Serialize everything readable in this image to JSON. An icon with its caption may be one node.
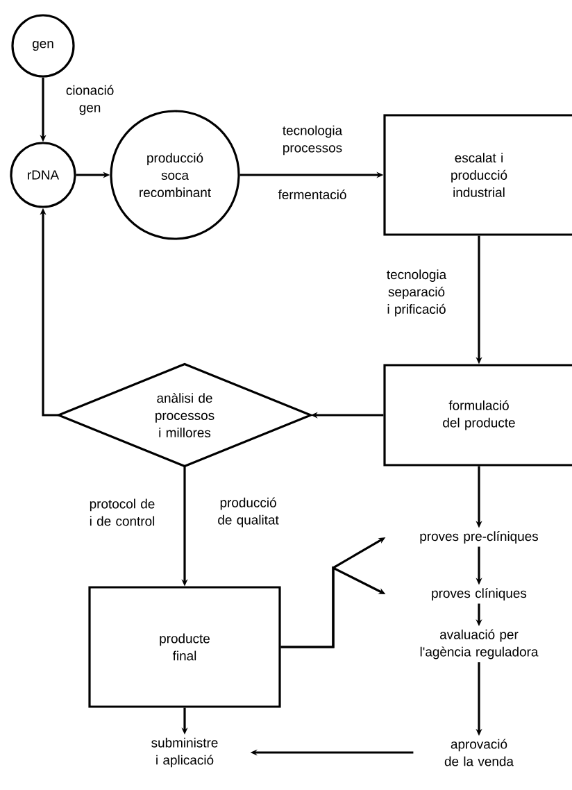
{
  "diagram": {
    "nodes": [
      {
        "text": [
          "gen"
        ]
      },
      {
        "text": [
          "rDNA"
        ]
      },
      {
        "text": [
          "producció soca recombinant"
        ]
      },
      {
        "text": [
          "escalat i producció industrial"
        ]
      },
      {
        "text": [
          "anàlisi de processos i millores"
        ]
      },
      {
        "text": [
          "formulació del producte"
        ]
      },
      {
        "text": [
          "producte final"
        ]
      },
      {
        "text": [
          "proves pre-clíniques"
        ]
      },
      {
        "text": [
          "proves clíniques"
        ]
      },
      {
        "text": [
          "avaluació per l'agència reguladora"
        ]
      },
      {
        "text": [
          "subministre i aplicació"
        ]
      },
      {
        "text": [
          "aprovació de la venda"
        ]
      }
    ],
    "edges": [
      {
        "from": 0,
        "to": 1,
        "arrow": "to",
        "label": "cionació gen"
      },
      {
        "from": 1,
        "to": 2,
        "arrow": "to"
      },
      {
        "from": 2,
        "to": 3,
        "arrow": "to",
        "label": "tecnologia processos"
      },
      {
        "from": 3,
        "to": 5,
        "arrow": "to",
        "label": "tecnologia separació i prificació"
      },
      {
        "from": 5,
        "to": 4,
        "arrow": "to"
      },
      {
        "from": 4,
        "to": 1,
        "arrow": "to"
      },
      {
        "from": 4,
        "to": 6,
        "arrow": "to",
        "label": "producció de qualitat"
      },
      {
        "from": 5,
        "to": 7,
        "arrow": "to"
      },
      {
        "from": 6,
        "to": 7,
        "arrow": "to"
      },
      {
        "from": 6,
        "to": 8,
        "arrow": "to"
      },
      {
        "from": 7,
        "to": 8,
        "arrow": "to"
      },
      {
        "from": 8,
        "to": 9,
        "arrow": "to"
      },
      {
        "from": 9,
        "to": 11,
        "arrow": "to"
      },
      {
        "from": 11,
        "to": 10,
        "arrow": "to"
      },
      {
        "from": 6,
        "to": 10,
        "arrow": "to"
      }
    ],
    "labels": [
      "fermentació",
      "protocol de i de control"
    ]
  }
}
